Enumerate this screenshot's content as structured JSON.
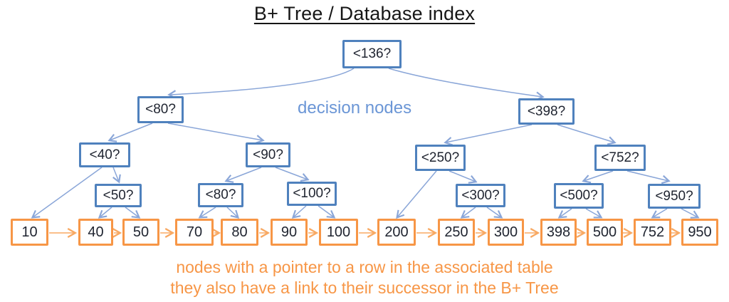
{
  "title": "B+ Tree / Database index",
  "annotations": {
    "decision_label": "decision nodes",
    "caption_line1": "nodes with a pointer to a row in the associated table",
    "caption_line2": "they also have a link to their successor in the B+ Tree"
  },
  "colors": {
    "decision_border": "#4f81bd",
    "decision_edge": "#8aa6d8",
    "decision_label_text": "#6b96d6",
    "leaf_border": "#f79646",
    "leaf_link_arrow": "#f8a963",
    "caption_text": "#f79646",
    "node_text": "#1f2430",
    "title_text": "#161616"
  },
  "decision_nodes": [
    {
      "label": "<136?",
      "level": 1
    },
    {
      "label": "<80?",
      "level": 2
    },
    {
      "label": "<398?",
      "level": 2
    },
    {
      "label": "<40?",
      "level": 3
    },
    {
      "label": "<90?",
      "level": 3
    },
    {
      "label": "<250?",
      "level": 3
    },
    {
      "label": "<752?",
      "level": 3
    },
    {
      "label": "<50?",
      "level": 4
    },
    {
      "label": "<80?",
      "level": 4
    },
    {
      "label": "<100?",
      "level": 4
    },
    {
      "label": "<300?",
      "level": 4
    },
    {
      "label": "<500?",
      "level": 4
    },
    {
      "label": "<950?",
      "level": 4
    }
  ],
  "leaf_nodes": [
    {
      "label": "10"
    },
    {
      "label": "40"
    },
    {
      "label": "50"
    },
    {
      "label": "70"
    },
    {
      "label": "80"
    },
    {
      "label": "90"
    },
    {
      "label": "100"
    },
    {
      "label": "200"
    },
    {
      "label": "250"
    },
    {
      "label": "300"
    },
    {
      "label": "398"
    },
    {
      "label": "500"
    },
    {
      "label": "752"
    },
    {
      "label": "950"
    }
  ]
}
